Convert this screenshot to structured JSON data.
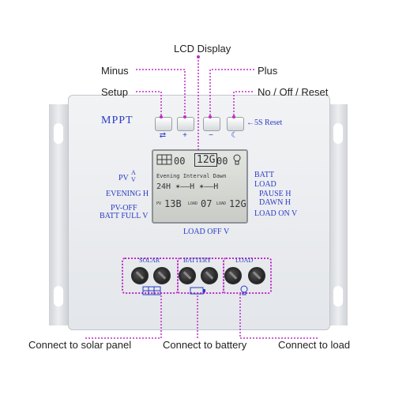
{
  "callouts": {
    "lcd_display": "LCD Display",
    "minus": "Minus",
    "plus": "Plus",
    "setup": "Setup",
    "no_off_reset": "No / Off / Reset",
    "connect_solar": "Connect to solar panel",
    "connect_battery": "Connect to battery",
    "connect_load": "Connect to load"
  },
  "device": {
    "brand": "MPPT",
    "reset_hint": "←5S Reset",
    "left_labels": {
      "pv": "PV",
      "pv_units": "A\nV",
      "evening": "EVENING H",
      "pv_off": "PV-OFF",
      "batt_full": "BATT FULL V"
    },
    "right_labels": {
      "batt": "BATT",
      "load": "LOAD",
      "pause": "PAUSE H",
      "dawn": "DAWN H",
      "load_on": "LOAD ON V"
    },
    "load_off": "LOAD OFF V",
    "button_symbols": [
      "⇄",
      "+",
      "−",
      "☾"
    ],
    "lcd": {
      "top_left": "00",
      "top_mid": "12G",
      "top_right": "00",
      "row_labels": "Evening  Interval  Dawn",
      "row_values": "24H ✶––H ✶––H",
      "bottom_left": "13B",
      "bottom_mid": "07",
      "bottom_right": "12G",
      "pv_tag": "PV",
      "load_tag": "LOAD",
      "load_tag2": "LOAD"
    },
    "terminals": {
      "solar": "SOLAR",
      "battery": "BATTERY",
      "load": "LOAD"
    }
  },
  "colors": {
    "accent_blue": "#2a3cc4",
    "callout_magenta": "#c02cc7"
  }
}
